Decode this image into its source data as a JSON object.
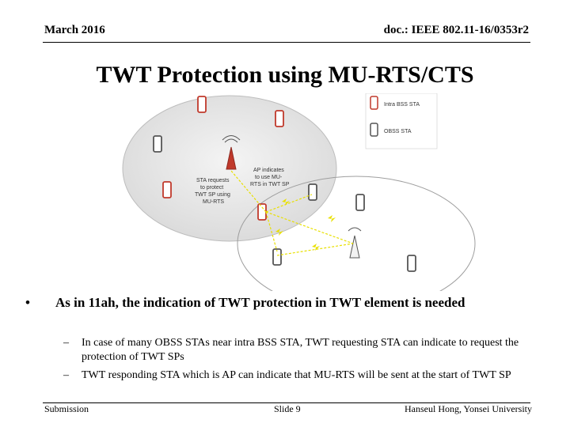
{
  "header": {
    "date": "March 2016",
    "doc_id": "doc.: IEEE 802.11-16/0353r2"
  },
  "title": "TWT Protection using MU-RTS/CTS",
  "figure": {
    "legend": {
      "intra": "Intra BSS STA",
      "obss": "OBSS STA"
    },
    "label_sta": [
      "STA requests",
      "to protect",
      "TWT SP using",
      "MU-RTS"
    ],
    "label_ap": [
      "AP indicates",
      "to use MU-",
      "RTS in TWT SP"
    ],
    "colors": {
      "intra": "#c0392b",
      "obss": "#666666",
      "signal": "#e8e000"
    }
  },
  "bullets": {
    "main": "As in 11ah, the indication of TWT protection in TWT element is needed",
    "sub": [
      "In case of many OBSS STAs near intra BSS STA, TWT requesting STA can indicate to request the protection of TWT SPs",
      "TWT responding STA which is AP can indicate that MU-RTS will be sent at the start of TWT SP"
    ],
    "bullet_glyph": "•",
    "dash_glyph": "–"
  },
  "footer": {
    "left": "Submission",
    "center": "Slide 9",
    "right": "Hanseul Hong, Yonsei University"
  }
}
